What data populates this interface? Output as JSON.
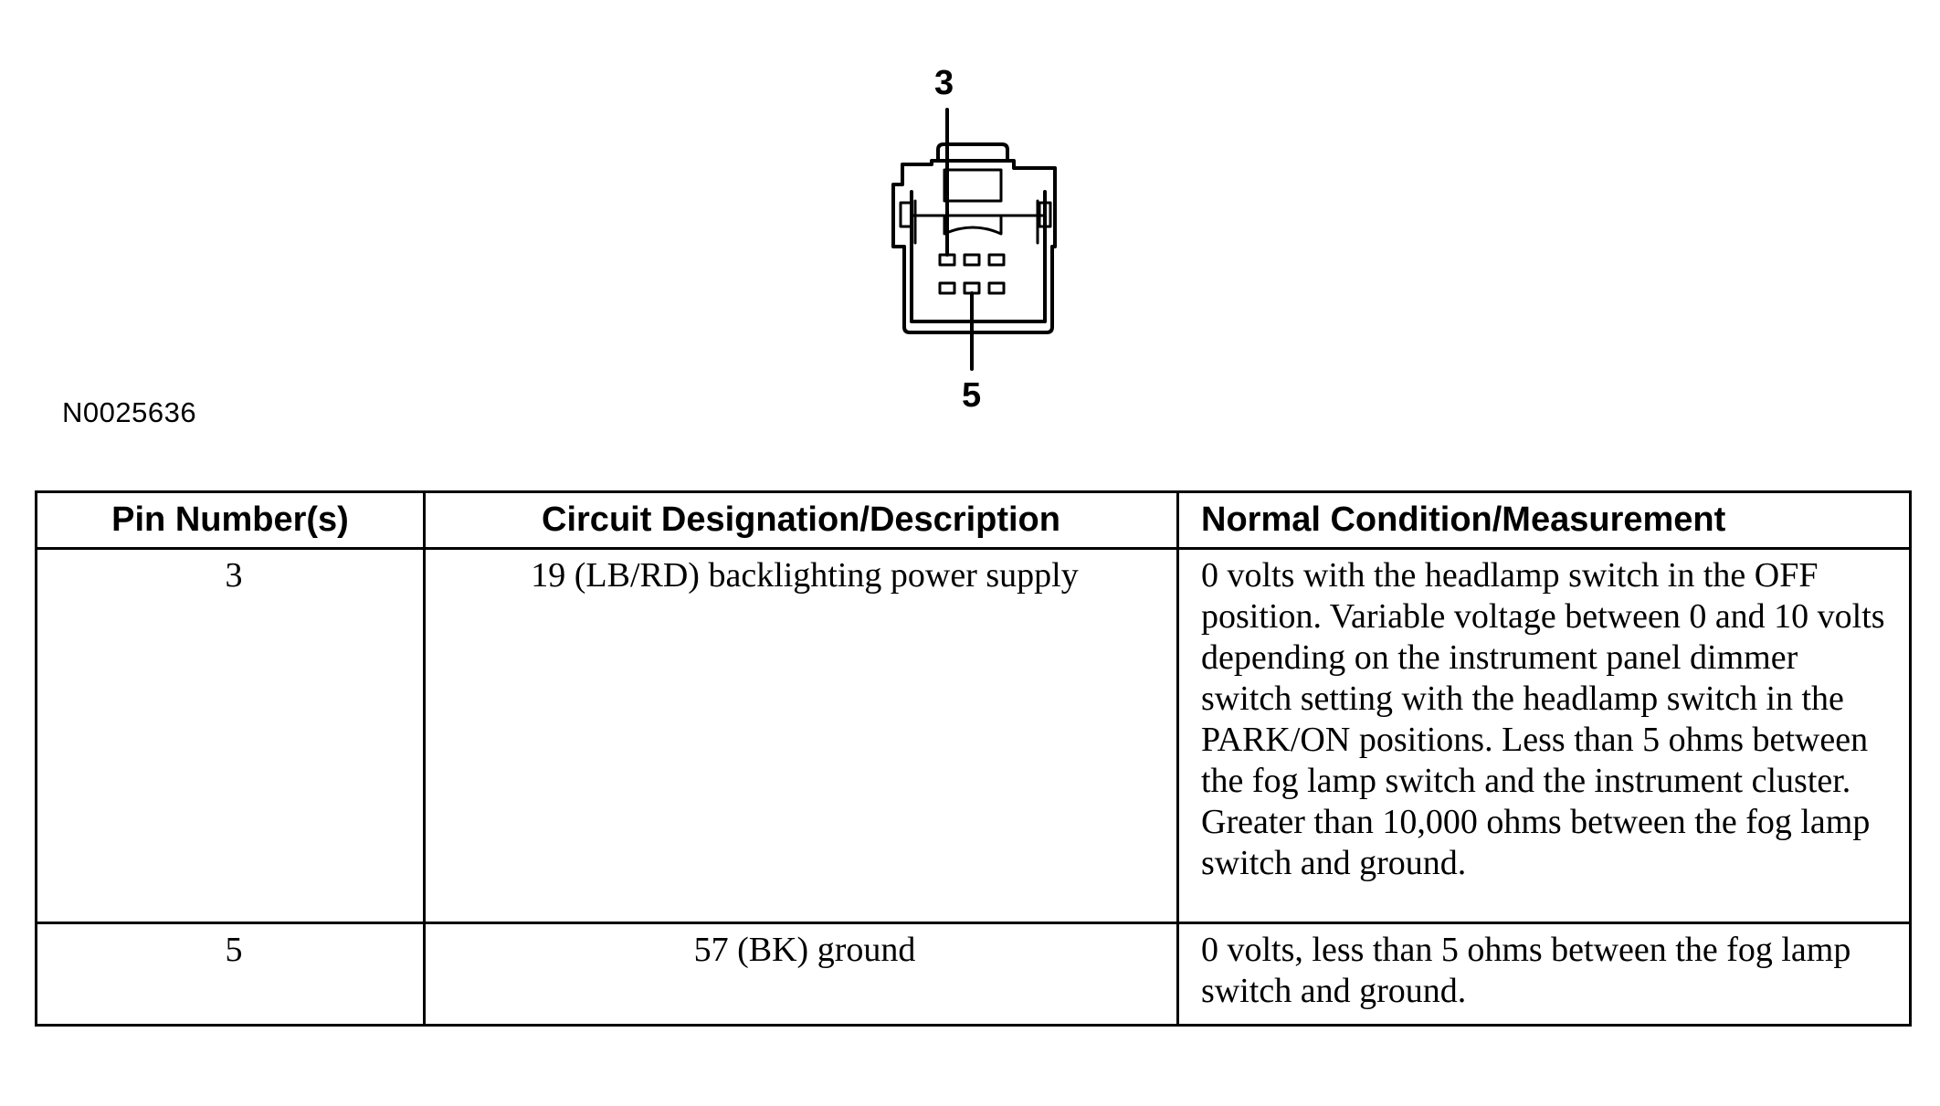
{
  "diagram": {
    "callout_top": "3",
    "callout_bottom": "5"
  },
  "figure_id": "N0025636",
  "table": {
    "headers": [
      "Pin Number(s)",
      "Circuit Designation/Description",
      "Normal Condition/Measurement"
    ],
    "rows": [
      {
        "pin": "3",
        "circuit": "19 (LB/RD) backlighting power supply",
        "measurement": "0 volts with the headlamp switch in the OFF position. Variable voltage between 0 and 10 volts depending on the instrument panel dimmer switch setting with the headlamp switch in the PARK/ON positions. Less than 5 ohms between the fog lamp  switch and the instrument cluster. Greater than 10,000 ohms between the fog lamp switch and ground."
      },
      {
        "pin": "5",
        "circuit": "57 (BK) ground",
        "measurement": "0 volts, less than 5 ohms between the fog lamp switch and ground."
      }
    ]
  }
}
